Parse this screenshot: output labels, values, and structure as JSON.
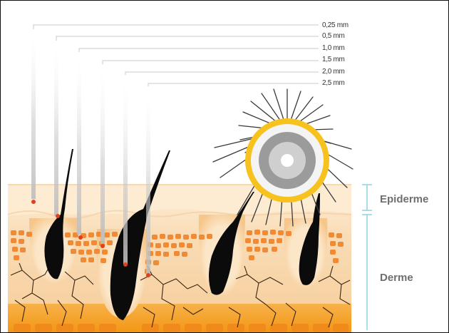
{
  "depth_labels": [
    "0,25 mm",
    "0,5 mm",
    "1,0 mm",
    "1,5 mm",
    "2,0 mm",
    "2,5 mm"
  ],
  "layers": {
    "epidermis": "Epiderme",
    "dermis": "Derme"
  },
  "colors": {
    "epidermis": "#fbe3c2",
    "dermis": "#f8c995",
    "fat": "#f5a623",
    "cells": "#f08a35",
    "hair": "#0b0b0b",
    "bracket": "#8fd0e6",
    "sun_ring": "#f7c21e"
  }
}
